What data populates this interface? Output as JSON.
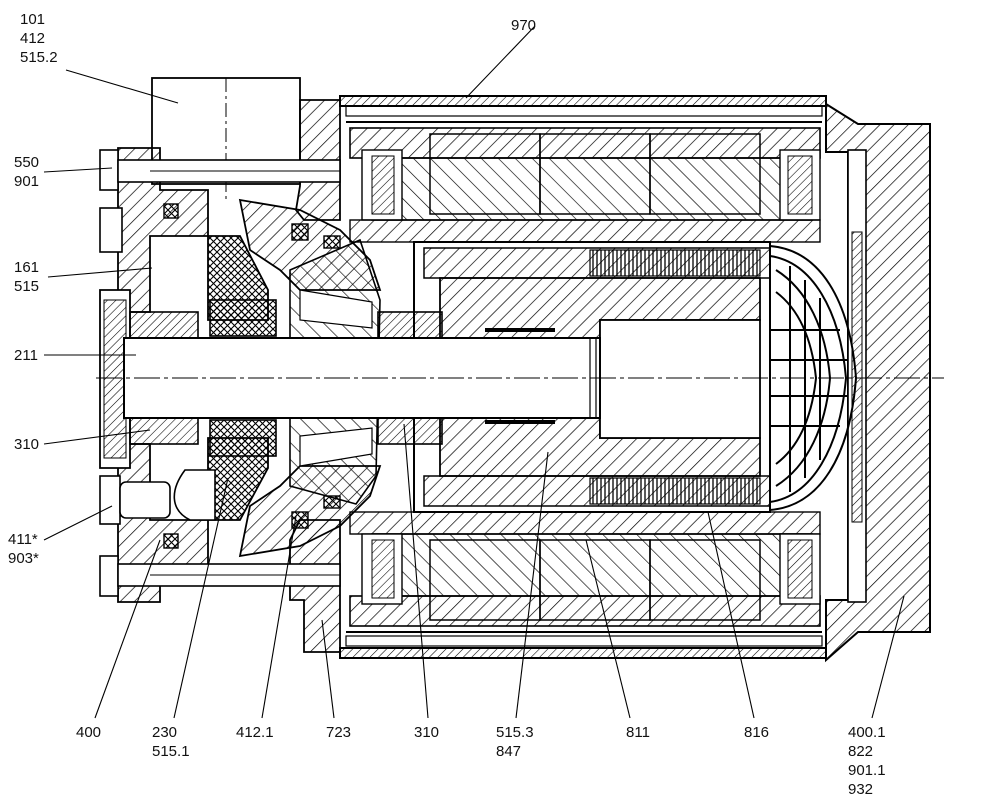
{
  "labels": {
    "l101": "101",
    "l412": "412",
    "l515_2": "515.2",
    "l970": "970",
    "l550": "550",
    "l901": "901",
    "l161": "161",
    "l515": "515",
    "l211": "211",
    "l310_left": "310",
    "l411": "411*",
    "l903": "903*",
    "l400": "400",
    "l230": "230",
    "l515_1": "515.1",
    "l412_1": "412.1",
    "l723": "723",
    "l310_bottom": "310",
    "l515_3": "515.3",
    "l847": "847",
    "l811": "811",
    "l816": "816",
    "l400_1": "400.1",
    "l822": "822",
    "l901_1": "901.1",
    "l932": "932"
  }
}
